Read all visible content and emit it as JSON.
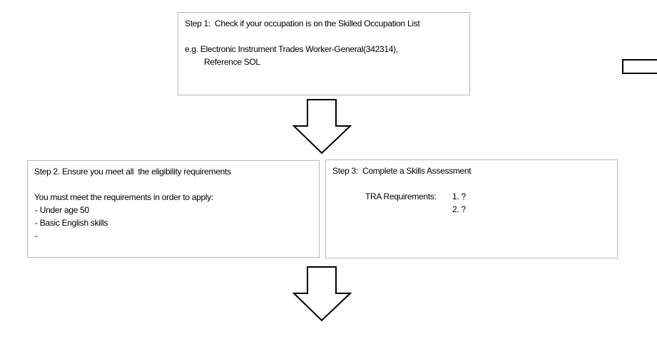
{
  "step1": {
    "title": "Step 1:  Check if your occupation is on the Skilled Occupation List",
    "example": "e.g. Electronic Instrument Trades Worker-General(342314),",
    "reference": "Reference SOL"
  },
  "step2": {
    "title": "Step 2. Ensure you meet all  the eligibility requirements",
    "intro": "You must meet the requirements in order to apply:",
    "items": [
      "- Under age 50",
      "- Basic English skills",
      "-"
    ]
  },
  "step3": {
    "title": "Step 3:  Complete a Skills Assessment",
    "label": "TRA Requirements:",
    "items": [
      "1. ?",
      "2. ?"
    ]
  }
}
